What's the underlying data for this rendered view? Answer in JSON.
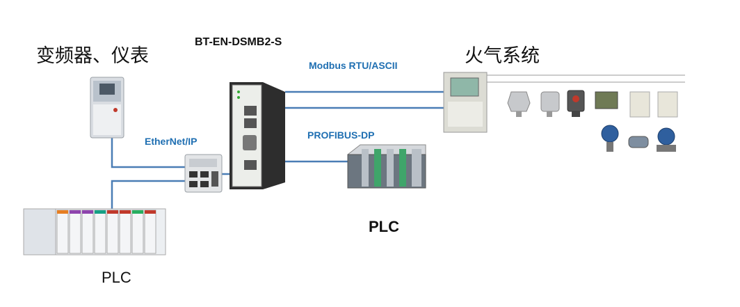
{
  "labels": {
    "vfd_instruments": "变频器、仪表",
    "gateway_model": "BT-EN-DSMB2-S",
    "modbus": "Modbus RTU/ASCII",
    "fire_gas_system": "火气系统",
    "ethernet_ip": "EtherNet/IP",
    "profibus": "PROFIBUS-DP",
    "plc_siemens": "PLC",
    "plc_ab": "PLC"
  },
  "colors": {
    "link_line": "#4a7db5",
    "label_blue": "#1f6fb2",
    "device_frame": "#2b2b2b"
  },
  "icons": [
    "vfd-drive-icon",
    "ethernet-switch-icon",
    "gateway-icon",
    "fire-alarm-panel-icon",
    "gas-detector-icon",
    "siemens-plc-icon",
    "ab-plc-rack-icon"
  ]
}
